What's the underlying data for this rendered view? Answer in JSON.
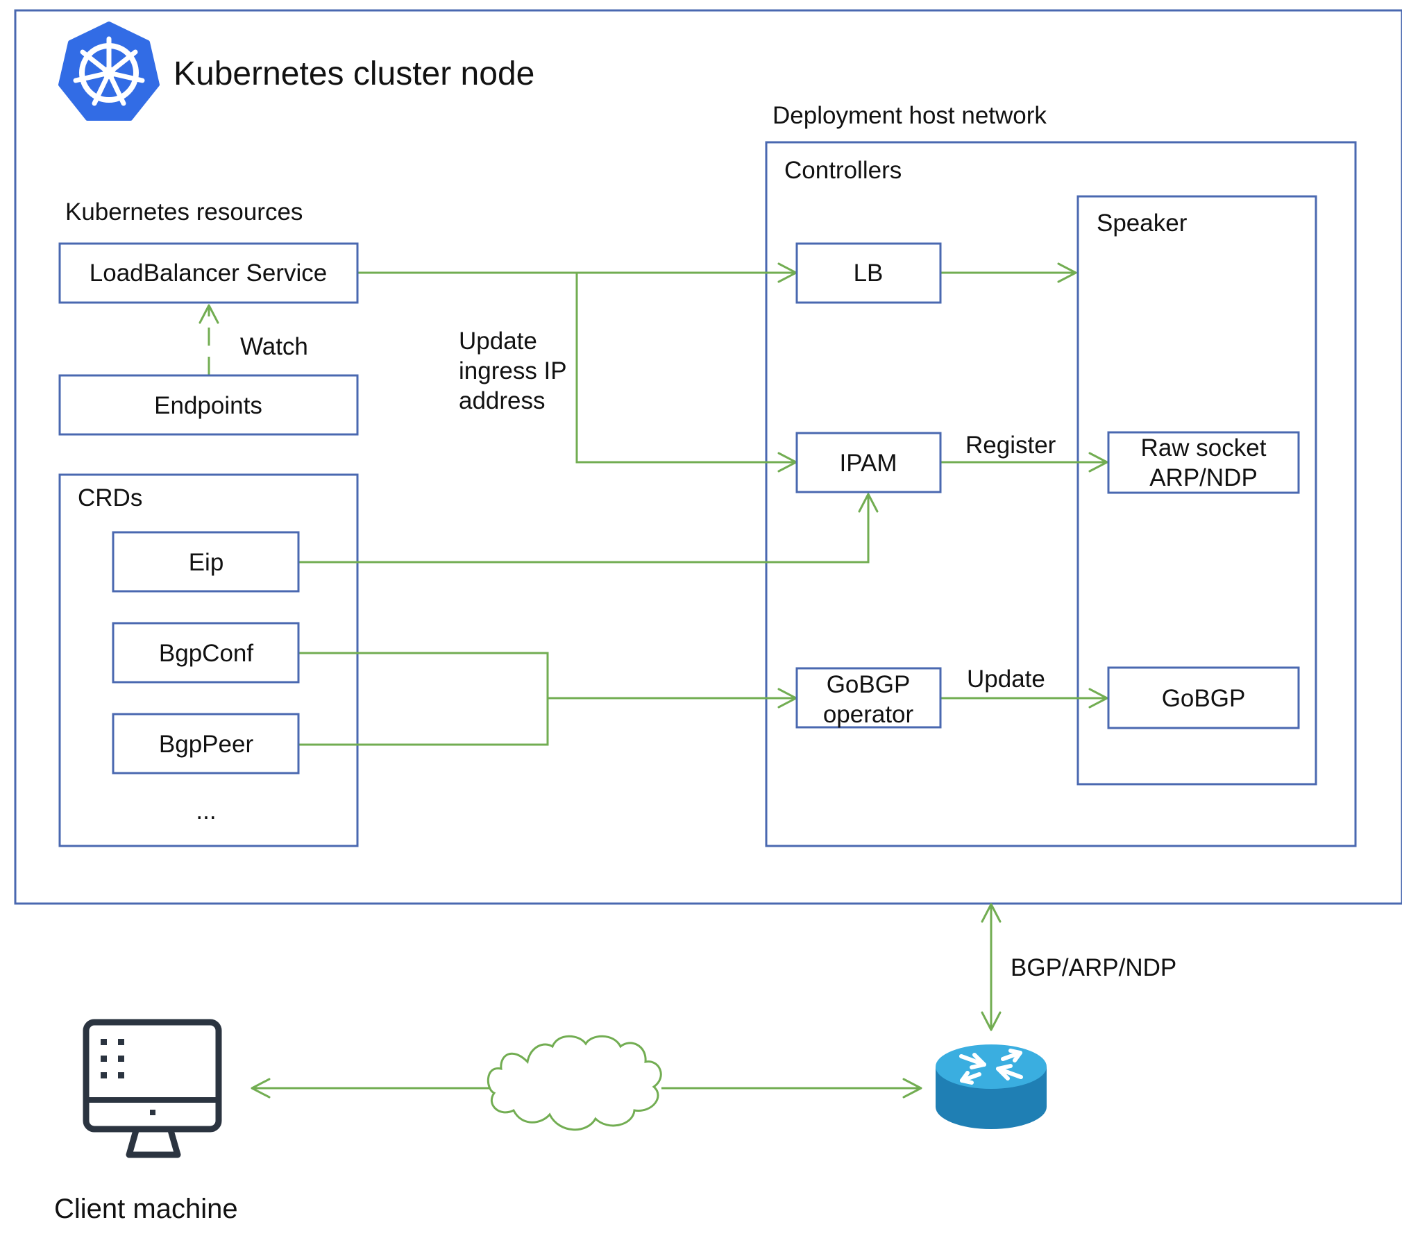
{
  "title": "Kubernetes cluster node",
  "labels": {
    "deployment_host_network": "Deployment host network",
    "controllers": "Controllers",
    "kubernetes_resources": "Kubernetes resources",
    "speaker": "Speaker",
    "crds": "CRDs",
    "client_machine": "Client machine"
  },
  "boxes": {
    "loadbalancer_service": "LoadBalancer Service",
    "endpoints": "Endpoints",
    "eip": "Eip",
    "bgpconf": "BgpConf",
    "bgppeer": "BgpPeer",
    "crds_more": "...",
    "lb": "LB",
    "ipam": "IPAM",
    "gobgp_operator": [
      "GoBGP",
      "operator"
    ],
    "raw_socket": [
      "Raw socket",
      "ARP/NDP"
    ],
    "gobgp": "GoBGP"
  },
  "edges": {
    "watch": "Watch",
    "update_ingress": [
      "Update",
      "ingress IP",
      "address"
    ],
    "register": "Register",
    "update": "Update",
    "bgp_arp_ndp": "BGP/ARP/NDP"
  },
  "icons": {
    "kubernetes_logo": "kubernetes-helm-wheel-icon",
    "client": "desktop-monitor-icon",
    "internet": "cloud-icon",
    "router": "router-icon"
  },
  "colors": {
    "box_stroke": "#4a68b0",
    "edge": "#72ad52",
    "k8s_blue": "#326ce5",
    "router_top": "#3aaee0",
    "router_side": "#1f7fb4"
  }
}
